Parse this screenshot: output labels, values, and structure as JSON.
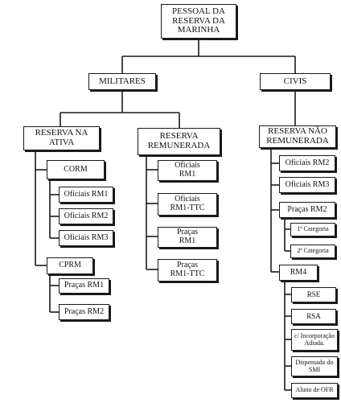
{
  "root": "PESSOAL DA\nRESERVA DA\nMARINHA",
  "militares": {
    "label": "MILITARES",
    "reserva_ativa": {
      "label": "RESERVA NA\nATIVA",
      "corm": {
        "label": "CORM",
        "items": [
          "Oficiais RM1",
          "Oficiais RM2",
          "Oficiais RM3"
        ]
      },
      "cprm": {
        "label": "CPRM",
        "items": [
          "Praças RM1",
          "Praças RM2"
        ]
      }
    },
    "reserva_remunerada": {
      "label": "RESERVA\nREMUNERADA",
      "items": [
        "Oficiais\nRM1",
        "Oficiais\nRM1-TTC",
        "Praças\nRM1",
        "Praças\nRM1-TTC"
      ]
    }
  },
  "civis": {
    "label": "CIVIS",
    "reserva_nao_remunerada": {
      "label": "RESERVA NÃO\nREMUNERADA",
      "oficiais_rm2": "Oficiais RM2",
      "oficiais_rm3": "Oficiais RM3",
      "pracas_rm2": {
        "label": "Praças RM2",
        "items": [
          "1ª Categoria",
          "2ª Categoria"
        ]
      },
      "rm4": {
        "label": "RM4",
        "items": [
          "RSE",
          "RSA",
          "c/ Incorporação\nAdiada.",
          "Dispensado do\nSMI",
          "Aluno de OFR"
        ]
      }
    }
  }
}
